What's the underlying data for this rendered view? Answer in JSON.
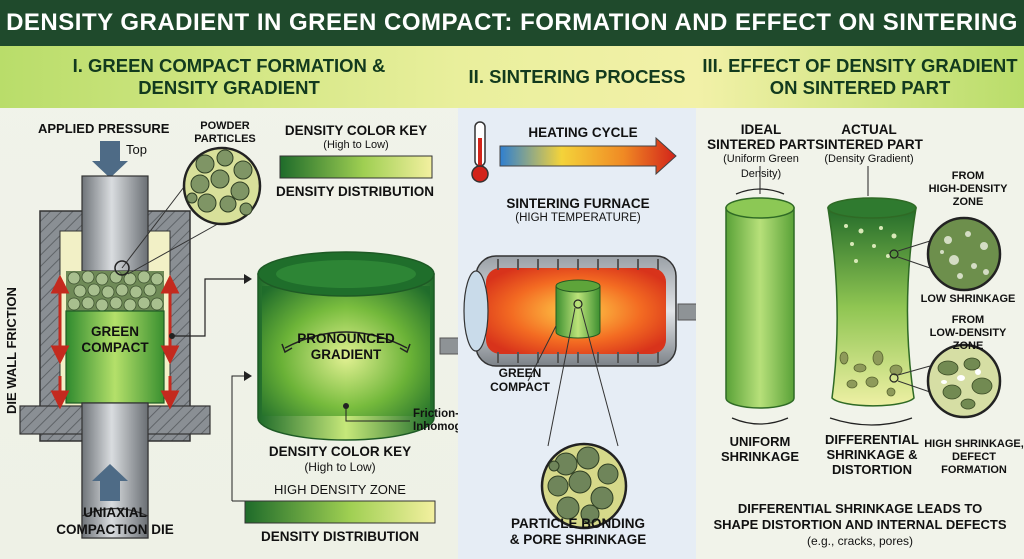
{
  "title": "DENSITY GRADIENT IN GREEN COMPACT: FORMATION AND EFFECT ON SINTERING",
  "panels": {
    "p1": {
      "heading_l1": "I. GREEN COMPACT FORMATION &",
      "heading_l2": "DENSITY GRADIENT",
      "applied_pressure": "APPLIED PRESSURE",
      "top": "Top",
      "powder_l1": "POWDER",
      "powder_l2": "PARTICLES",
      "die_wall_friction": "DIE WALL FRICTION",
      "green_compact_l1": "GREEN",
      "green_compact_l2": "COMPACT",
      "key1_title": "DENSITY COLOR KEY",
      "key1_sub": "(High to Low)",
      "key1_caption": "DENSITY DISTRIBUTION",
      "pronounced_l1": "PRONOUNCED",
      "pronounced_l2": "GRADIENT",
      "friction_l1": "Friction-Induced",
      "friction_l2": "Inhomogeneity",
      "key2_title": "DENSITY COLOR KEY",
      "key2_sub": "(High to Low)",
      "high_density_zone": "HIGH DENSITY ZONE",
      "key2_caption": "DENSITY DISTRIBUTION",
      "die_l1": "UNIAXIAL",
      "die_l2": "COMPACTION DIE"
    },
    "p2": {
      "heading": "II. SINTERING PROCESS",
      "heating_cycle": "HEATING CYCLE",
      "furnace_l1": "SINTERING FURNACE",
      "furnace_l2": "(HIGH TEMPERATURE)",
      "green_l1": "GREEN",
      "green_l2": "COMPACT",
      "bonding_l1": "PARTICLE BONDING",
      "bonding_l2": "& PORE SHRINKAGE"
    },
    "p3": {
      "heading_l1": "III. EFFECT OF DENSITY GRADIENT",
      "heading_l2": "ON SINTERED PART",
      "ideal_l1": "IDEAL",
      "ideal_l2": "SINTERED PART",
      "ideal_l3": "(Uniform Green Density)",
      "actual_l1": "ACTUAL",
      "actual_l2": "SINTERED PART",
      "actual_l3": "(Density Gradient)",
      "from_high_l1": "FROM",
      "from_high_l2": "HIGH-DENSITY",
      "from_high_l3": "ZONE",
      "low_shrinkage": "LOW SHRINKAGE",
      "from_low_l1": "FROM",
      "from_low_l2": "LOW-DENSITY",
      "from_low_l3": "ZONE",
      "uniform_l1": "UNIFORM",
      "uniform_l2": "SHRINKAGE",
      "diff_l1": "DIFFERENTIAL",
      "diff_l2": "SHRINKAGE &",
      "diff_l3": "DISTORTION",
      "high_shrink_l1": "HIGH SHRINKAGE,",
      "high_shrink_l2": "DEFECT",
      "high_shrink_l3": "FORMATION",
      "conclusion_l1": "DIFFERENTIAL SHRINKAGE LEADS TO",
      "conclusion_l2": "SHAPE DISTORTION AND INTERNAL DEFECTS",
      "conclusion_l3": "(e.g., cracks, pores)"
    }
  },
  "colors": {
    "title_bg": "#1f4a2c",
    "high_density": "#1e6b2a",
    "low_density": "#f3f0a0",
    "hot": "#e8341c",
    "cold": "#2f7fd0"
  }
}
